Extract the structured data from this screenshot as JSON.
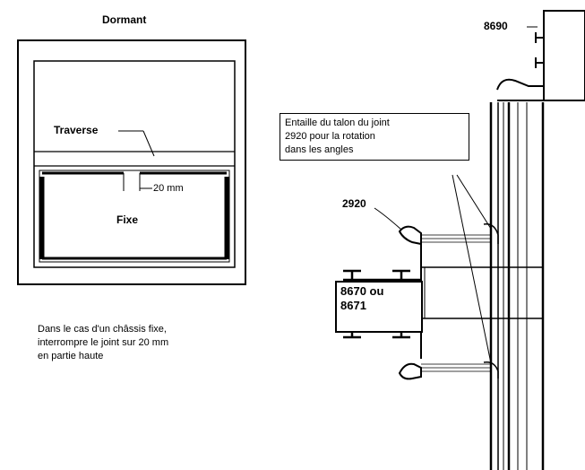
{
  "left_diagram": {
    "title": "Dormant",
    "traverse_label": "Traverse",
    "gap_label": "20 mm",
    "fixe_label": "Fixe",
    "note_lines": [
      "Dans le cas d'un châssis fixe,",
      "interrompre le joint sur 20 mm",
      "en partie haute"
    ]
  },
  "right_diagram": {
    "profile_top_label": "8690",
    "callout_lines": [
      "Entaille du talon du joint",
      "2920 pour la rotation",
      "dans les angles"
    ],
    "joint_label": "2920",
    "profile_mid_lines": [
      "8670 ou",
      "8671"
    ]
  }
}
